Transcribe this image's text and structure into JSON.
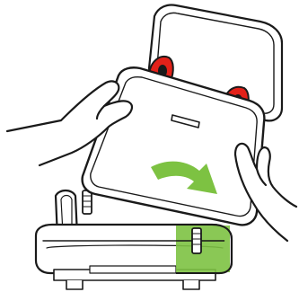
{
  "figure": {
    "description_alt": "",
    "colors": {
      "outline": "#1a1a1a",
      "background": "#ffffff",
      "accent_arrow": "#7dc242",
      "highlight_zone": "#7dc242",
      "release_button": "#e32119"
    },
    "parts": [
      {
        "name": "headrest",
        "icon": "headrest-shape"
      },
      {
        "name": "backrest",
        "icon": "backrest-shape"
      },
      {
        "name": "booster-base",
        "icon": "seat-base-shape"
      },
      {
        "name": "left-hand",
        "icon": "hand-outline"
      },
      {
        "name": "right-hand",
        "icon": "hand-outline"
      },
      {
        "name": "rotation-arrow",
        "icon": "curved-arrow"
      },
      {
        "name": "connection-highlight",
        "icon": "green-rectangle"
      }
    ]
  }
}
